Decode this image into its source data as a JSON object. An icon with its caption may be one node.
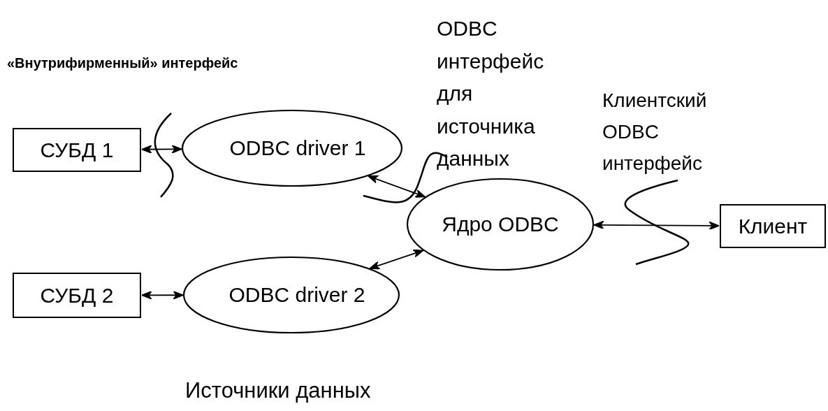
{
  "diagram": {
    "nodes": [
      {
        "text": [
          "СУБД 1"
        ]
      },
      {
        "text": [
          "ODBC driver 1"
        ]
      },
      {
        "text": [
          "Ядро ODBC"
        ]
      },
      {
        "text": [
          "Клиент"
        ]
      },
      {
        "text": [
          "СУБД 2"
        ]
      },
      {
        "text": [
          "ODBC driver 2"
        ]
      }
    ],
    "edges": [
      {
        "from": 0,
        "to": 1,
        "arrow": "both"
      },
      {
        "from": 1,
        "to": 2,
        "arrow": "both"
      },
      {
        "from": 2,
        "to": 3,
        "arrow": "both"
      },
      {
        "from": 4,
        "to": 5,
        "arrow": "both"
      },
      {
        "from": 5,
        "to": 2,
        "arrow": "both"
      }
    ],
    "labels": [
      "«Внутрифирменный» интерфейс",
      "ODBC интерфейс для источника данных",
      "Клиентский ODBC интерфейс",
      "Источники данных"
    ]
  }
}
